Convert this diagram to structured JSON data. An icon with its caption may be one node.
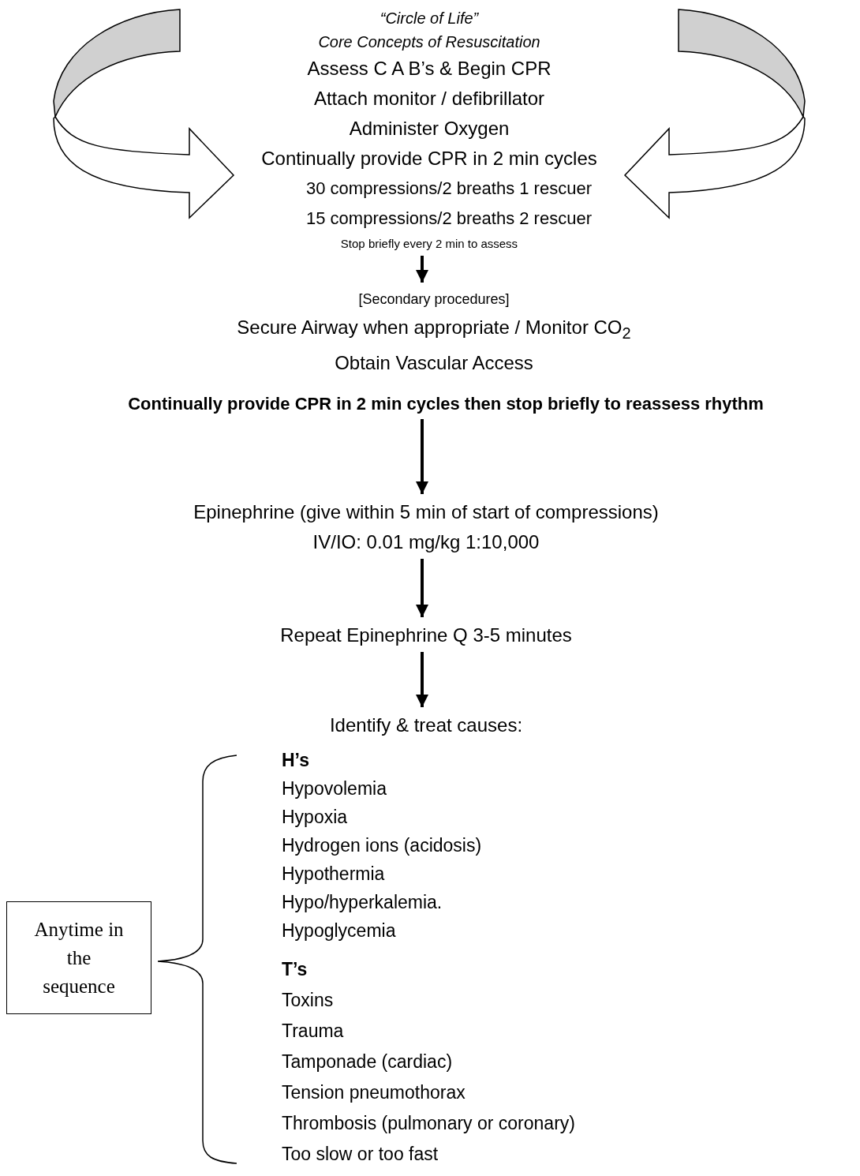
{
  "diagram": {
    "nodes": [
      {
        "text": [
          "“Circle of Life”",
          "Core Concepts of Resuscitation",
          "Assess C A B’s & Begin CPR",
          "Attach monitor / defibrillator",
          "Administer Oxygen",
          "Continually provide CPR in 2 min cycles",
          "30 compressions/2 breaths 1 rescuer",
          "15 compressions/2 breaths 2 rescuer",
          "Stop briefly every 2 min to assess"
        ]
      },
      {
        "text": [
          "[Secondary procedures]",
          "Secure Airway when appropriate / Monitor CO$_{2}$",
          "Obtain Vascular Access"
        ]
      },
      {
        "text": [
          "Continually provide CPR in 2 min cycles then stop briefly to reassess rhythm"
        ]
      },
      {
        "text": [
          "Epinephrine (give within 5 min of start of compressions)",
          "IV/IO: 0.01 mg/kg 1:10,000"
        ]
      },
      {
        "text": [
          "Repeat Epinephrine Q 3-5 minutes"
        ]
      },
      {
        "text": [
          "Identify & treat causes:"
        ]
      },
      {
        "text": [
          "H’s",
          "Hypovolemia",
          "Hypoxia",
          "Hydrogen ions (acidosis)",
          "Hypothermia",
          "Hypo/hyperkalemia.",
          "Hypoglycemia"
        ]
      },
      {
        "text": [
          "T’s",
          "Toxins",
          "Trauma",
          "Tamponade (cardiac)",
          "Tension pneumothorax",
          "Thrombosis (pulmonary or coronary)",
          "Too slow or too fast"
        ]
      },
      {
        "text": [
          "Anytime in the sequence"
        ]
      }
    ],
    "edges": [
      {
        "from": null,
        "to": 0,
        "arrow": "to"
      },
      {
        "from": null,
        "to": 0,
        "arrow": "to"
      },
      {
        "from": 0,
        "to": 1,
        "arrow": "to"
      },
      {
        "from": 2,
        "to": 3,
        "arrow": "to"
      },
      {
        "from": 3,
        "to": 4,
        "arrow": "to"
      },
      {
        "from": 4,
        "to": 5,
        "arrow": "to"
      }
    ]
  }
}
